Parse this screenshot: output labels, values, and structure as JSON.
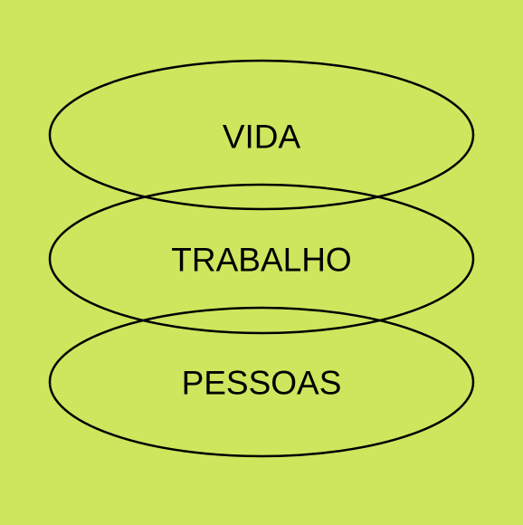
{
  "colors": {
    "background": "#cde65e",
    "stroke": "#000000",
    "text": "#000000"
  },
  "layers": [
    {
      "label": "VIDA"
    },
    {
      "label": "TRABALHO"
    },
    {
      "label": "PESSOAS"
    }
  ]
}
